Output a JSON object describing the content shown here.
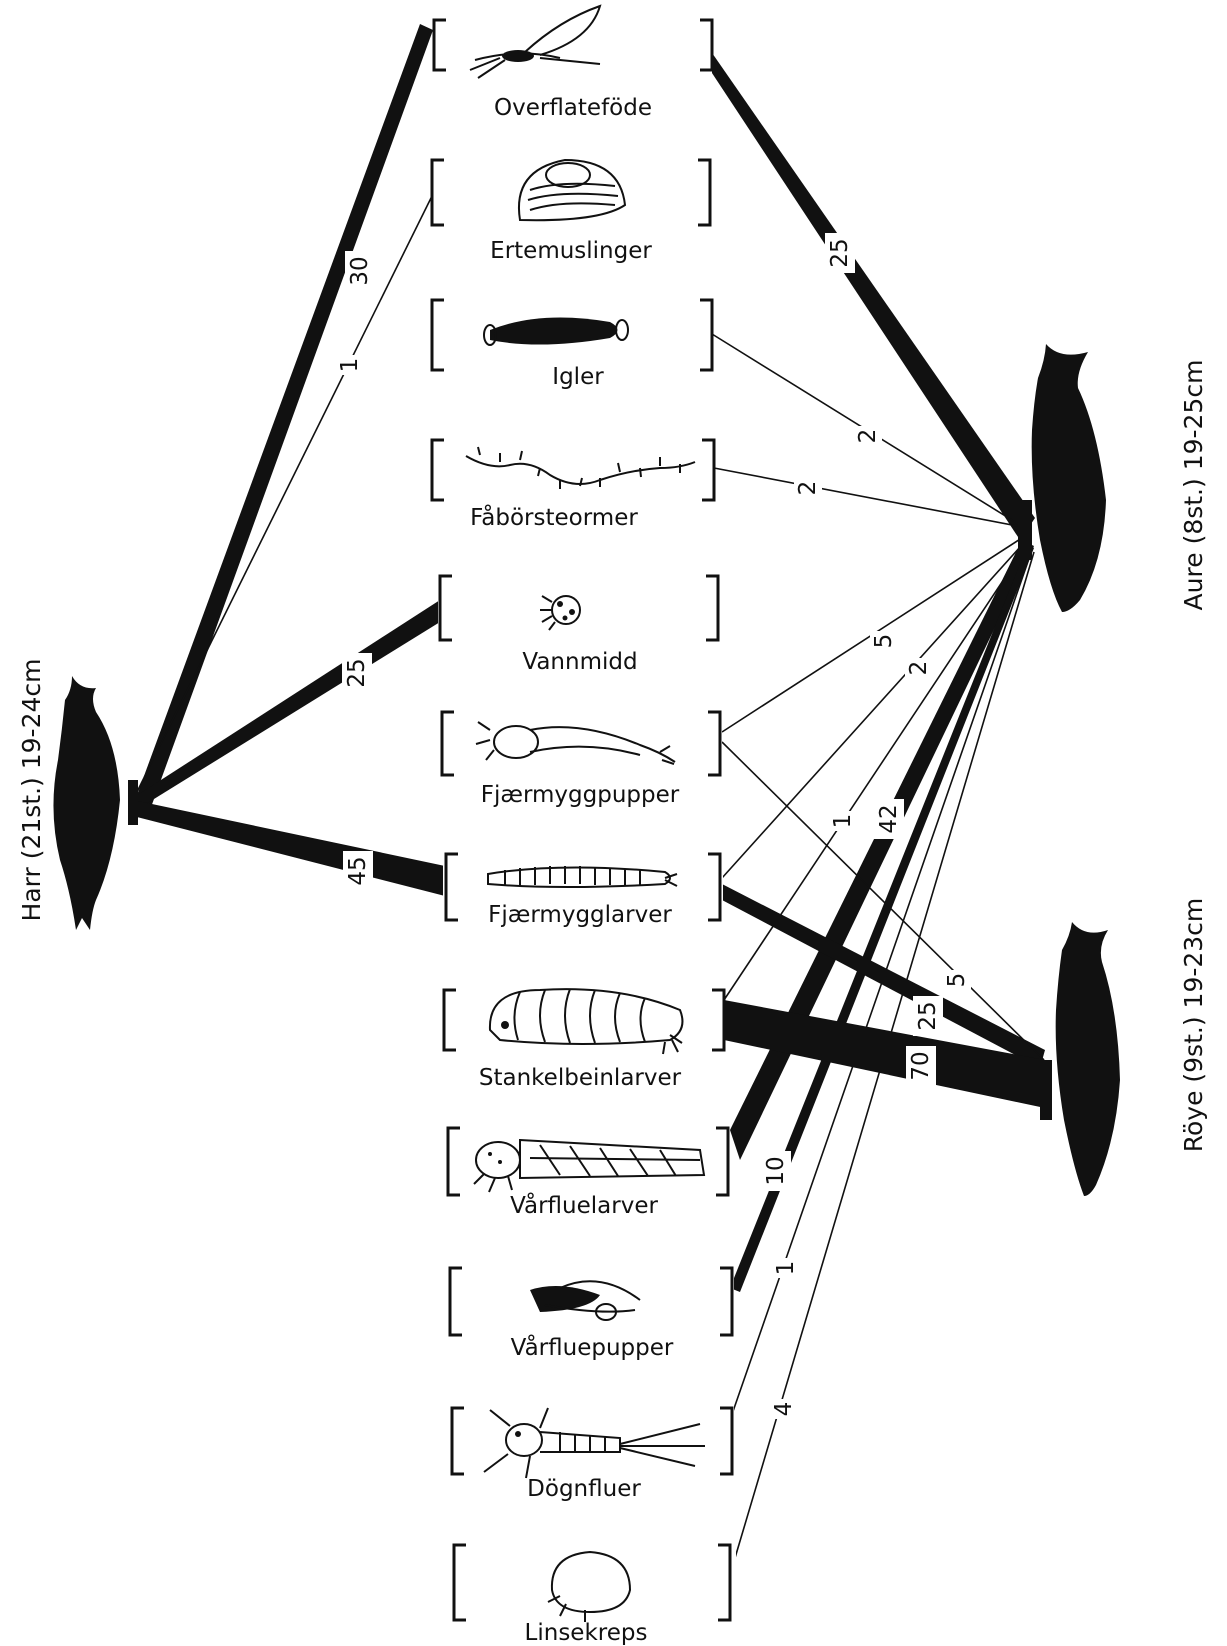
{
  "fish": {
    "harr": "Harr (21st.) 19-24cm",
    "aure": "Aure (8st.) 19-25cm",
    "roye": "Röye (9st.) 19-23cm"
  },
  "prey": [
    {
      "id": "overflatefode",
      "label": "Overflateföde",
      "icon": "mayfly-icon"
    },
    {
      "id": "ertemuslinger",
      "label": "Ertemuslinger",
      "icon": "clam-icon"
    },
    {
      "id": "igler",
      "label": "Igler",
      "icon": "leech-icon"
    },
    {
      "id": "faborsteormer",
      "label": "Fåbörsteormer",
      "icon": "worm-icon"
    },
    {
      "id": "vannmidd",
      "label": "Vannmidd",
      "icon": "mite-icon"
    },
    {
      "id": "fjaermyggpupper",
      "label": "Fjærmyggpupper",
      "icon": "midge-pupa-icon"
    },
    {
      "id": "fjaermygglarver",
      "label": "Fjærmygglarver",
      "icon": "midge-larva-icon"
    },
    {
      "id": "stankelbeinlarver",
      "label": "Stankelbeinlarver",
      "icon": "cranefly-larva-icon"
    },
    {
      "id": "varfluelarver",
      "label": "Vårfluelarver",
      "icon": "caddis-larva-icon"
    },
    {
      "id": "varfluepupper",
      "label": "Vårfluepupper",
      "icon": "caddis-pupa-icon"
    },
    {
      "id": "dognfluer",
      "label": "Dögnfluer",
      "icon": "mayfly-nymph-icon"
    },
    {
      "id": "linsekreps",
      "label": "Linsekreps",
      "icon": "ostracod-icon"
    }
  ],
  "links": [
    {
      "fish": "harr",
      "prey": "overflatefode",
      "value": "30"
    },
    {
      "fish": "harr",
      "prey": "ertemuslinger",
      "value": "1"
    },
    {
      "fish": "harr",
      "prey": "vannmidd",
      "value": "25"
    },
    {
      "fish": "harr",
      "prey": "fjaermygglarver",
      "value": "45"
    },
    {
      "fish": "aure",
      "prey": "overflatefode",
      "value": "25"
    },
    {
      "fish": "aure",
      "prey": "igler",
      "value": "2"
    },
    {
      "fish": "aure",
      "prey": "faborsteormer",
      "value": "2"
    },
    {
      "fish": "aure",
      "prey": "fjaermyggpupper",
      "value": "5"
    },
    {
      "fish": "aure",
      "prey": "fjaermygglarver",
      "value": "2"
    },
    {
      "fish": "aure",
      "prey": "stankelbeinlarver",
      "value": "1"
    },
    {
      "fish": "aure",
      "prey": "varfluelarver",
      "value": "42"
    },
    {
      "fish": "aure",
      "prey": "varfluepupper",
      "value": "10"
    },
    {
      "fish": "aure",
      "prey": "dognfluer",
      "value": "1"
    },
    {
      "fish": "aure",
      "prey": "linsekreps",
      "value": "4"
    },
    {
      "fish": "roye",
      "prey": "fjaermygglarver",
      "value": "25"
    },
    {
      "fish": "roye",
      "prey": "fjaermyggpupper",
      "value": "5"
    },
    {
      "fish": "roye",
      "prey": "stankelbeinlarver",
      "value": "70"
    }
  ]
}
